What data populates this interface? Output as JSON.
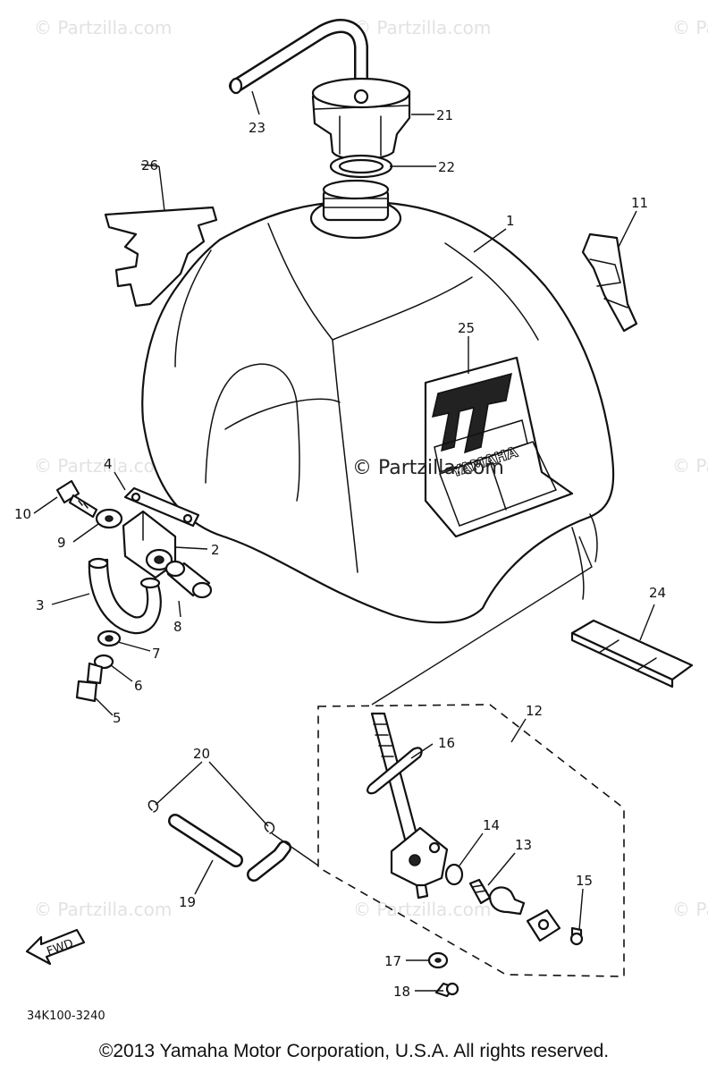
{
  "watermark": "© Partzilla.com",
  "center_watermark": "© Partzilla.com",
  "diagram_code": "34K100-3240",
  "copyright": "©2013 Yamaha Motor Corporation, U.S.A. All rights reserved.",
  "fwd_label": "FWD",
  "decal_text": {
    "model": "TT",
    "brand": "YAMAHA"
  },
  "callouts": [
    {
      "n": "1",
      "part": "fuel tank"
    },
    {
      "n": "2",
      "part": "damper"
    },
    {
      "n": "3",
      "part": "band"
    },
    {
      "n": "4",
      "part": "stay"
    },
    {
      "n": "5",
      "part": "bolt"
    },
    {
      "n": "6",
      "part": "washer"
    },
    {
      "n": "7",
      "part": "nut"
    },
    {
      "n": "8",
      "part": "collar"
    },
    {
      "n": "9",
      "part": "washer"
    },
    {
      "n": "10",
      "part": "bolt"
    },
    {
      "n": "11",
      "part": "clip"
    },
    {
      "n": "12",
      "part": "fuel cock assembly"
    },
    {
      "n": "13",
      "part": "lever"
    },
    {
      "n": "14",
      "part": "o-ring"
    },
    {
      "n": "15",
      "part": "screw"
    },
    {
      "n": "16",
      "part": "strainer"
    },
    {
      "n": "17",
      "part": "washer"
    },
    {
      "n": "18",
      "part": "screw"
    },
    {
      "n": "19",
      "part": "fuel pipe"
    },
    {
      "n": "20",
      "part": "clip"
    },
    {
      "n": "21",
      "part": "fuel cap"
    },
    {
      "n": "22",
      "part": "gasket"
    },
    {
      "n": "23",
      "part": "breather hose"
    },
    {
      "n": "24",
      "part": "damper"
    },
    {
      "n": "25",
      "part": "emblem"
    },
    {
      "n": "26",
      "part": "heat protector"
    }
  ]
}
